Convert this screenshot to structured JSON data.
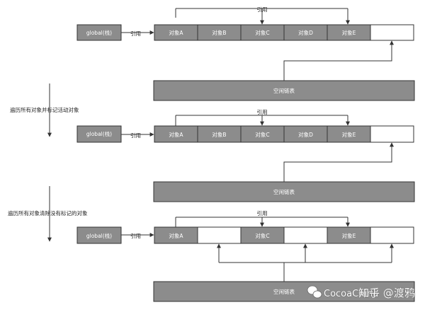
{
  "global_label": "global(栈)",
  "ref_label": "引用",
  "freelist_label": "空闲链表",
  "steps": [
    "遍历所有对象并标记活动对象",
    "遍历所有对象清除没有标记的对象"
  ],
  "panels": [
    {
      "cells": [
        {
          "label": "对象A",
          "filled": true
        },
        {
          "label": "对象B",
          "filled": true
        },
        {
          "label": "对象C",
          "filled": true
        },
        {
          "label": "对象D",
          "filled": true
        },
        {
          "label": "对象E",
          "filled": true
        },
        {
          "label": "",
          "filled": false
        }
      ]
    },
    {
      "cells": [
        {
          "label": "对象A",
          "filled": true
        },
        {
          "label": "对象B",
          "filled": true
        },
        {
          "label": "对象C",
          "filled": true
        },
        {
          "label": "对象D",
          "filled": true
        },
        {
          "label": "对象E",
          "filled": true
        },
        {
          "label": "",
          "filled": false
        }
      ]
    },
    {
      "cells": [
        {
          "label": "对象A",
          "filled": true
        },
        {
          "label": "",
          "filled": false
        },
        {
          "label": "对象C",
          "filled": true
        },
        {
          "label": "",
          "filled": false
        },
        {
          "label": "对象E",
          "filled": true
        },
        {
          "label": "",
          "filled": false
        }
      ]
    }
  ],
  "watermark": "知乎 @渡鸦",
  "watermark_account": "CocoaChina",
  "colors": {
    "fill": "#8c8c8c",
    "stroke": "#333333",
    "empty": "#ffffff"
  }
}
